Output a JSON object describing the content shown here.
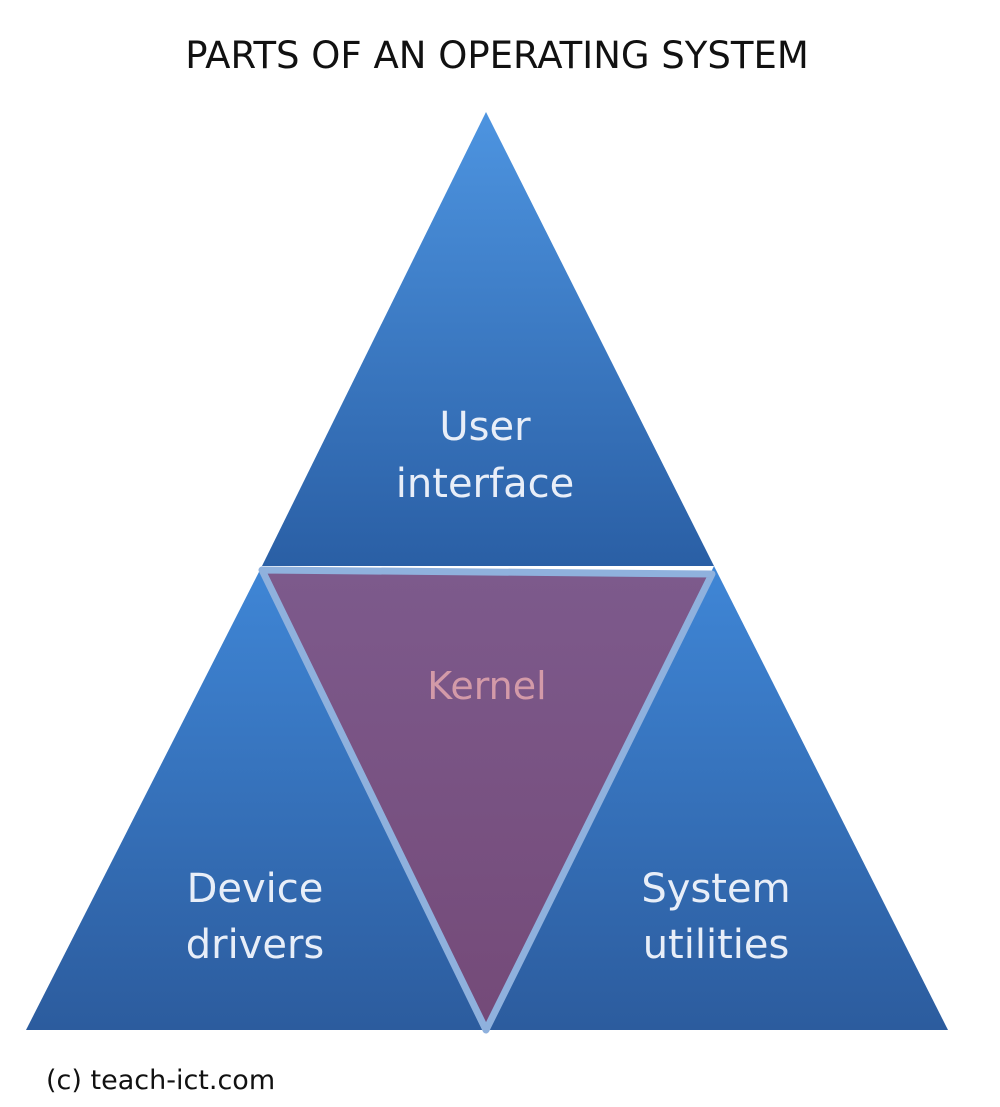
{
  "title": "PARTS OF AN OPERATING SYSTEM",
  "parts": {
    "top": {
      "line1": "User",
      "line2": "interface"
    },
    "left": {
      "line1": "Device",
      "line2": "drivers"
    },
    "right": {
      "line1": "System",
      "line2": "utilities"
    },
    "center": {
      "label": "Kernel"
    }
  },
  "credit": "(c) teach-ict.com",
  "colors": {
    "outer_triangle_light": "#3e86d6",
    "outer_triangle_dark": "#2a5fa5",
    "kernel_fill": "#7a5585",
    "kernel_border": "#8fb1dd",
    "kernel_text": "#d39aa8",
    "label_text": "#e8eef8"
  }
}
